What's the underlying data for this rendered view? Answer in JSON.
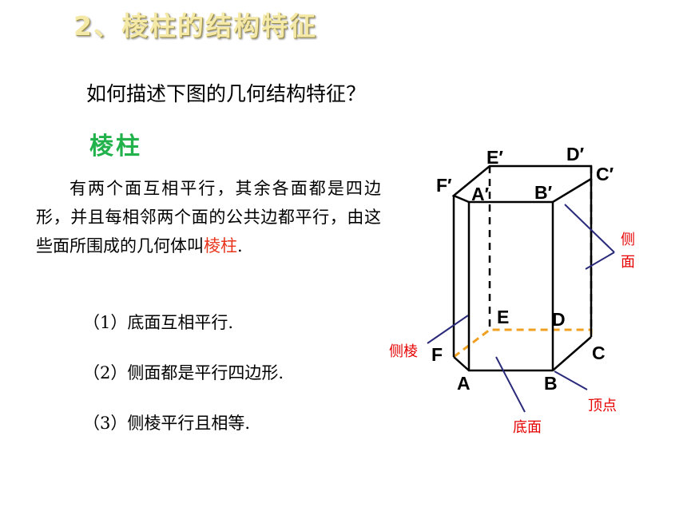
{
  "title": "2、棱柱的结构特征",
  "question": "如何描述下图的几何结构特征？",
  "term": "棱柱",
  "definition": {
    "text": "有两个面互相平行，其余各面都是四边形，并且每相邻两个面的公共边都平行，由这些面所围成的几何体叫",
    "highlight": "棱柱",
    "end": "."
  },
  "properties": [
    "（1）底面互相平行.",
    "（2）侧面都是平行四边形.",
    "（3）侧棱平行且相等."
  ],
  "diagram": {
    "top_vertices": [
      "A′",
      "B′",
      "C′",
      "D′",
      "E′",
      "F′"
    ],
    "bottom_vertices": [
      "A",
      "B",
      "C",
      "D",
      "E",
      "F"
    ],
    "annotations": {
      "side_face_1": "侧",
      "side_face_2": "面",
      "lateral_edge": "侧棱",
      "vertex": "顶点",
      "base": "底面"
    },
    "colors": {
      "edges": "#000000",
      "base_dashed": "#f0a020",
      "pointer": "#2a2a7a",
      "annotation_text": "#e60000"
    }
  }
}
